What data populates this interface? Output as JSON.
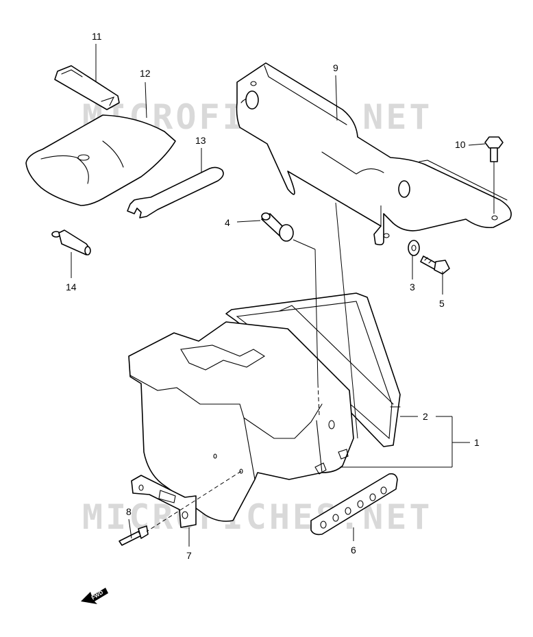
{
  "watermark": {
    "text": "MICROFICHES.NET",
    "color": "#d9d9d9"
  },
  "direction_badge": {
    "text": "FWD",
    "icon": "arrow-left-icon"
  },
  "callouts": {
    "c1": "1",
    "c2": "2",
    "c3": "3",
    "c4": "4",
    "c5": "5",
    "c6": "6",
    "c7": "7",
    "c8": "8",
    "c9": "9",
    "c10": "10",
    "c11": "11",
    "c12": "12",
    "c13": "13",
    "c14": "14"
  }
}
